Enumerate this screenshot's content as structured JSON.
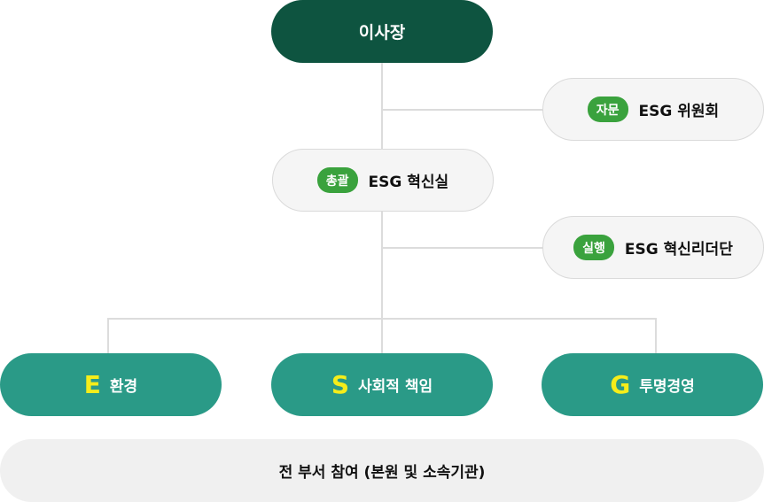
{
  "chairman": {
    "label": "이사장"
  },
  "committee": {
    "tag": "자문",
    "label": "ESG 위원회"
  },
  "office": {
    "tag": "총괄",
    "label": "ESG 혁신실"
  },
  "leaders": {
    "tag": "실행",
    "label": "ESG 혁신리더단"
  },
  "pillars": [
    {
      "letter": "E",
      "label": "환경"
    },
    {
      "letter": "S",
      "label": "사회적 책임"
    },
    {
      "letter": "G",
      "label": "투명경영"
    }
  ],
  "participation": {
    "label": "전 부서 참여 (본원 및 소속기관)"
  },
  "colors": {
    "dark_green": "#0e5440",
    "tag_green": "#3aa23d",
    "teal": "#2a9a87",
    "letter_yellow": "#f5ed1a"
  }
}
